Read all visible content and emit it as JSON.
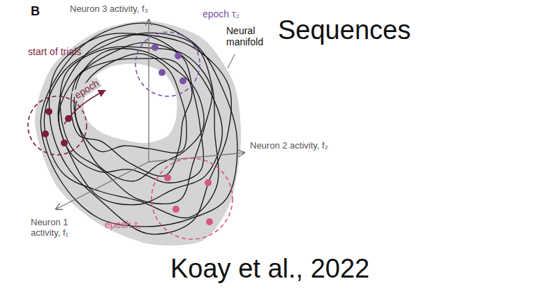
{
  "diagram": {
    "title": "Sequences",
    "caption": "Koay et al., 2022",
    "labels": [
      "B",
      "Neuron 3 activity, f₃",
      "start of trials",
      "epoch τ₂",
      "Neural manifold",
      "epoch",
      "Neuron 2 activity, f₂",
      "Neuron 1 activity, f₁",
      "epoch τ₁"
    ]
  }
}
